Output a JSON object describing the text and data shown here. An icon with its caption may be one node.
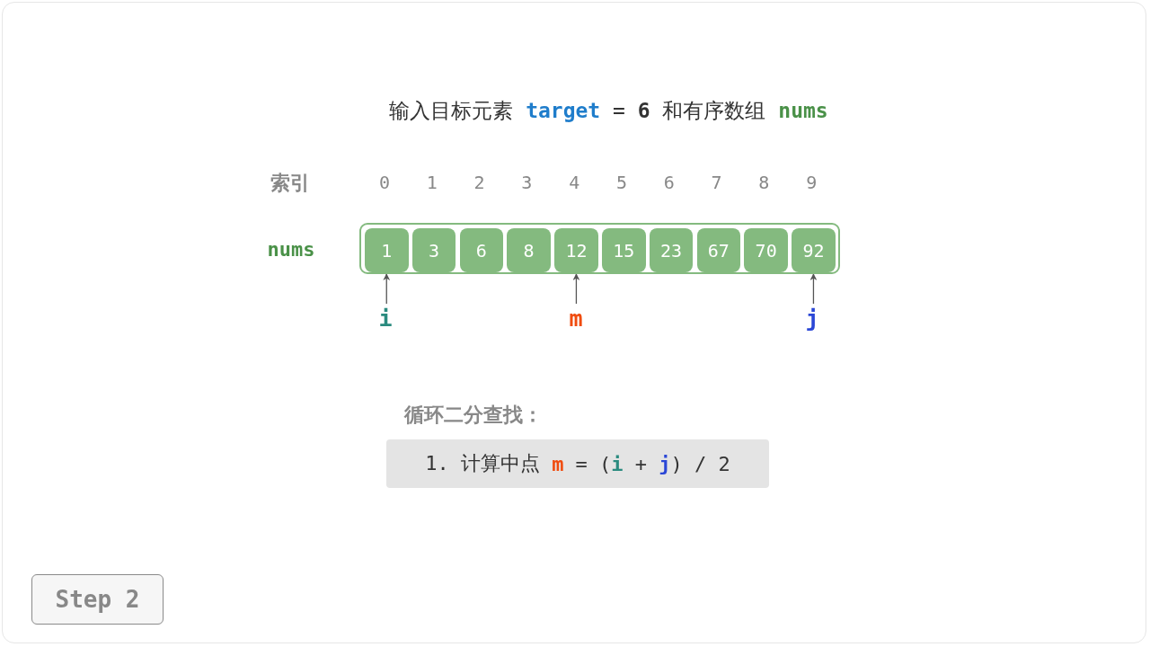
{
  "diagram": {
    "title": "输入目标元素 **target** = **6** 和有序数组 **nums**",
    "nodes": [
      {
        "text": [],
        "shape": "box"
      },
      {
        "text": [
          "1"
        ],
        "in": 0
      },
      {
        "text": [
          "3"
        ],
        "in": 0
      },
      {
        "text": [
          "6"
        ],
        "in": 0
      },
      {
        "text": [
          "8"
        ],
        "in": 0
      },
      {
        "text": [
          "12"
        ],
        "in": 0
      },
      {
        "text": [
          "15"
        ],
        "in": 0
      },
      {
        "text": [
          "23"
        ],
        "in": 0
      },
      {
        "text": [
          "67"
        ],
        "in": 0
      },
      {
        "text": [
          "70"
        ],
        "in": 0
      },
      {
        "text": [
          "92"
        ],
        "in": 0
      },
      {
        "text": [
          "i"
        ]
      },
      {
        "text": [
          "m"
        ]
      },
      {
        "text": [
          "j"
        ]
      },
      {
        "text": [
          "循环二分查找：",
          "1. 计算中点 **m** = (**i** + **j**) / 2"
        ]
      },
      {
        "text": [
          "Step 2"
        ]
      }
    ],
    "edges": [
      {
        "from": 11,
        "to": 1,
        "arrow": "to"
      },
      {
        "from": 12,
        "to": 5,
        "arrow": "to"
      },
      {
        "from": 13,
        "to": 10,
        "arrow": "to"
      }
    ],
    "labels": [
      "索引",
      "0",
      "1",
      "2",
      "3",
      "4",
      "5",
      "6",
      "7",
      "8",
      "9",
      "nums"
    ]
  }
}
